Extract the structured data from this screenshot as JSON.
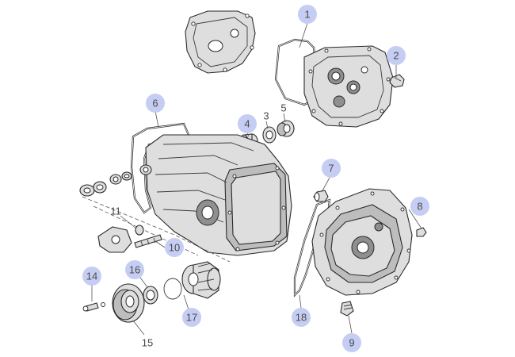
{
  "callouts": [
    {
      "id": "1",
      "text": "1",
      "badge": true
    },
    {
      "id": "2",
      "text": "2",
      "badge": true
    },
    {
      "id": "3",
      "text": "3",
      "badge": false
    },
    {
      "id": "4",
      "text": "4",
      "badge": true
    },
    {
      "id": "5",
      "text": "5",
      "badge": false
    },
    {
      "id": "6",
      "text": "6",
      "badge": true
    },
    {
      "id": "7",
      "text": "7",
      "badge": true
    },
    {
      "id": "8",
      "text": "8",
      "badge": true
    },
    {
      "id": "9",
      "text": "9",
      "badge": true
    },
    {
      "id": "10",
      "text": "10",
      "badge": true
    },
    {
      "id": "11",
      "text": "11",
      "badge": false
    },
    {
      "id": "14",
      "text": "14",
      "badge": true
    },
    {
      "id": "15",
      "text": "15",
      "badge": false
    },
    {
      "id": "16",
      "text": "16",
      "badge": true
    },
    {
      "id": "17",
      "text": "17",
      "badge": true
    },
    {
      "id": "18",
      "text": "18",
      "badge": true
    }
  ],
  "colors": {
    "badge": "#c6cdf3",
    "line": "#2a2a2a",
    "casting": "#dedede"
  }
}
